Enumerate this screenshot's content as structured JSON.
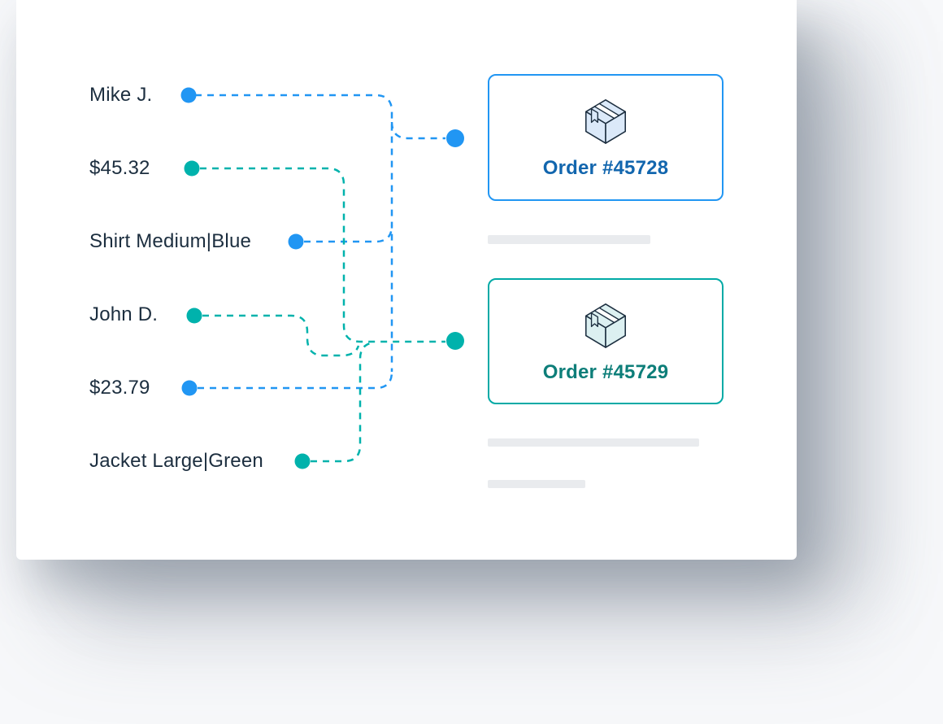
{
  "diagram": {
    "fields": [
      {
        "label": "Mike J.",
        "dot_color": "#2196f3"
      },
      {
        "label": "$45.32",
        "dot_color": "#00b2ac"
      },
      {
        "label": "Shirt Medium|Blue",
        "dot_color": "#2196f3"
      },
      {
        "label": "John D.",
        "dot_color": "#00b2ac"
      },
      {
        "label": "$23.79",
        "dot_color": "#2196f3"
      },
      {
        "label": "Jacket Large|Green",
        "dot_color": "#00b2ac"
      }
    ],
    "orders": [
      {
        "title": "Order #45728",
        "accent_color": "#2196f3",
        "title_color": "#1266ae",
        "icon": "package-box-icon"
      },
      {
        "title": "Order #45729",
        "accent_color": "#00aaa6",
        "title_color": "#0d7e79",
        "icon": "package-box-icon"
      }
    ],
    "colors": {
      "blue": "#2196f3",
      "teal": "#00b2ac",
      "teal_border": "#00aaa6",
      "blue_text": "#1266ae",
      "teal_text": "#0d7e79",
      "label_text": "#1c2e3f",
      "placeholder": "#e9ebee",
      "panel_bg": "#ffffff",
      "page_bg": "#f7f8fa",
      "box_fill_blue": "#dbe9f9",
      "box_fill_teal": "#dcf0f1"
    }
  }
}
